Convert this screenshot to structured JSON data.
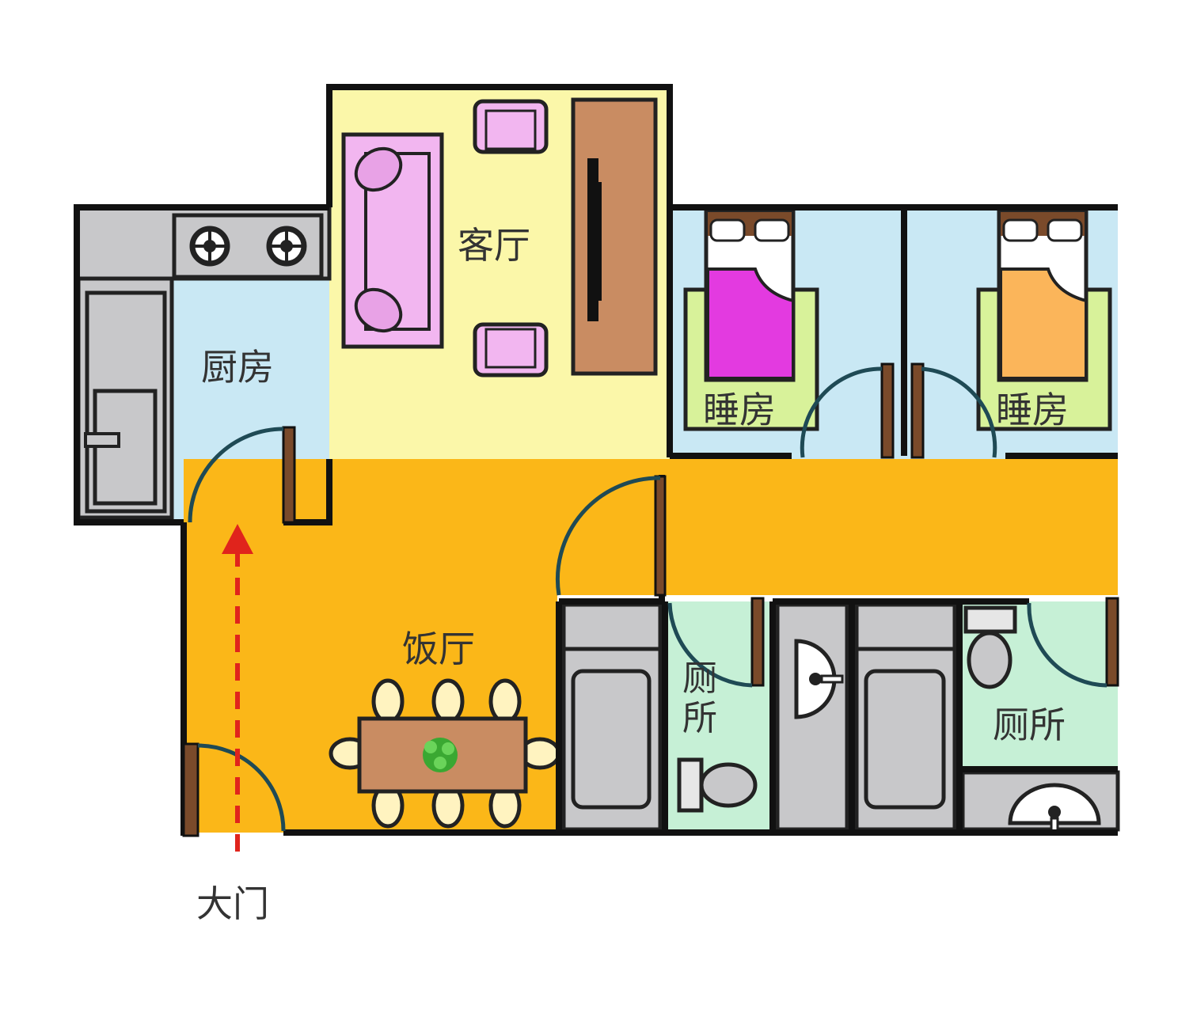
{
  "rooms": {
    "living_room": "客厅",
    "kitchen": "厨房",
    "bedroom_1": "睡房",
    "bedroom_2": "睡房",
    "dining_room": "饭厅",
    "toilet_1": "厕所",
    "toilet_2": "厕所"
  },
  "entrance_label": "大门",
  "colors": {
    "living_room": "#fbf7a9",
    "kitchen": "#c9e8f4",
    "bedroom": "#c9e8f4",
    "corridor": "#fbb718",
    "toilet": "#c6f0d6",
    "appliance_gray": "#c8c8ca",
    "sofa": "#f2b6f0",
    "tv_cabinet": "#c98c62",
    "bed_rug": "#d8f29a",
    "bed1_quilt": "#e33ae0",
    "bed2_quilt": "#fbb55a",
    "entrance_arrow": "#e0241c"
  },
  "icons": {
    "stove": "stove-burners-icon",
    "plant": "plant-icon"
  }
}
